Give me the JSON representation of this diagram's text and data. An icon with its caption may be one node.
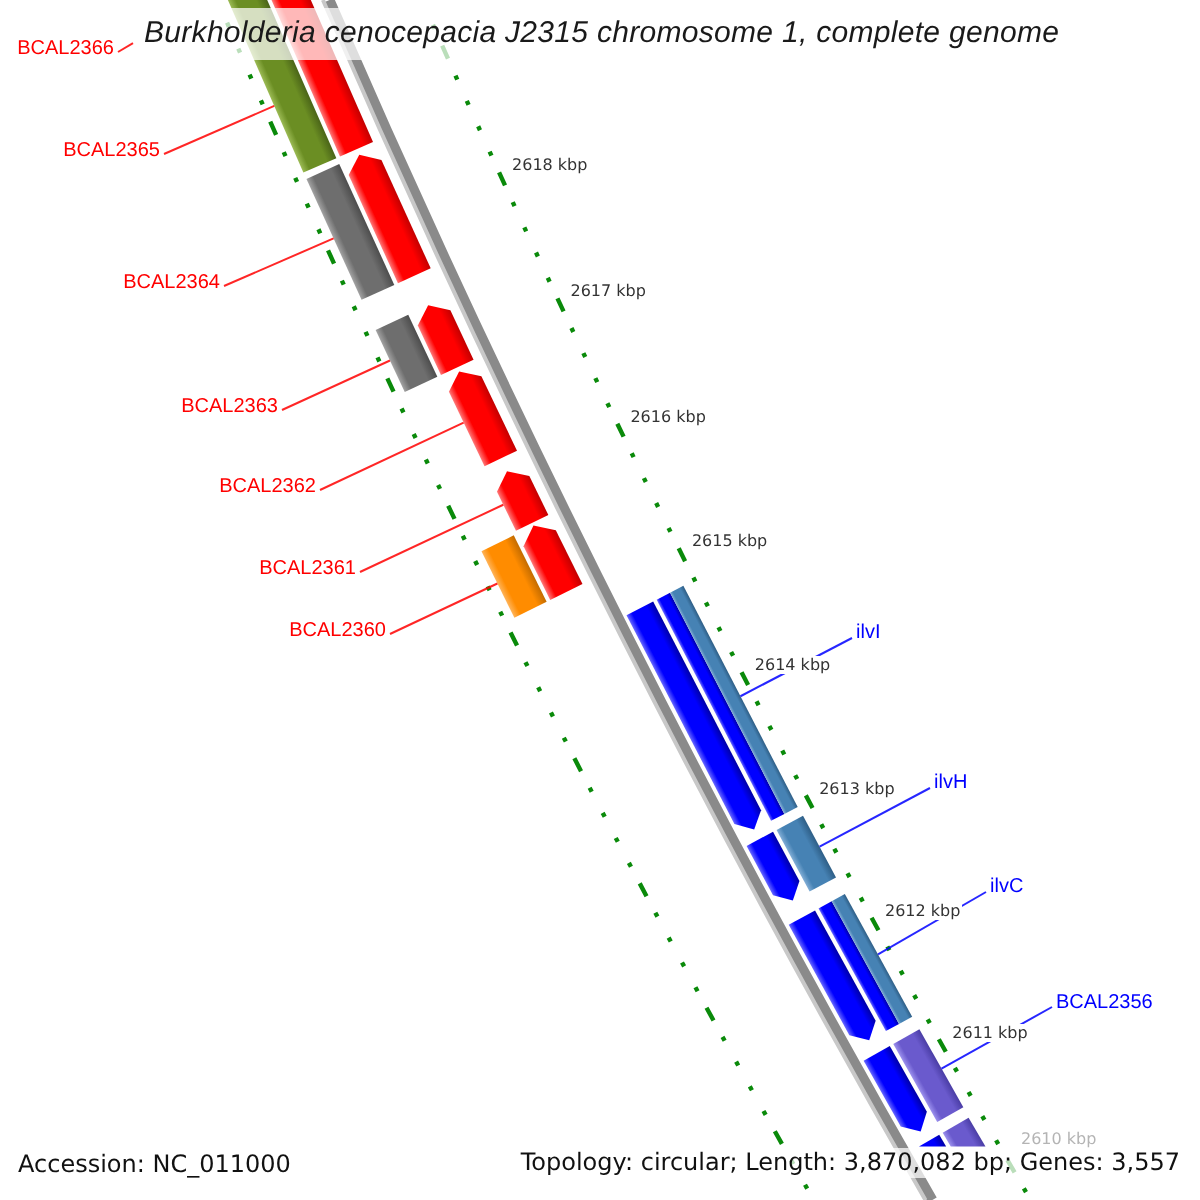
{
  "diagram": {
    "title": "Burkholderia cenocepacia J2315 chromosome 1, complete genome",
    "nodes": [
      {
        "text": [
          "BCAL2366"
        ]
      },
      {
        "text": [
          "BCAL2365"
        ]
      },
      {
        "text": [
          "BCAL2364"
        ]
      },
      {
        "text": [
          "BCAL2363"
        ]
      },
      {
        "text": [
          "BCAL2362"
        ]
      },
      {
        "text": [
          "BCAL2361"
        ]
      },
      {
        "text": [
          "BCAL2360"
        ]
      },
      {
        "text": [
          "ilvI"
        ]
      },
      {
        "text": [
          "ilvH"
        ]
      },
      {
        "text": [
          "ilvC"
        ]
      },
      {
        "text": [
          "BCAL2356"
        ]
      },
      {
        "text": [],
        "shape": "bar"
      },
      {
        "text": [],
        "shape": "arrow"
      },
      {
        "text": [],
        "shape": "arrow"
      },
      {
        "text": [],
        "shape": "arrow"
      },
      {
        "text": [],
        "shape": "arrow"
      },
      {
        "text": [],
        "shape": "arrow"
      },
      {
        "text": [],
        "shape": "arrow"
      },
      {
        "text": [],
        "shape": "arrow"
      },
      {
        "text": [],
        "shape": "arrow"
      },
      {
        "text": [],
        "shape": "arrow"
      },
      {
        "text": [],
        "shape": "bar"
      }
    ],
    "edges": [
      {
        "from": 0,
        "to": null,
        "arrow": "none"
      },
      {
        "from": 1,
        "to": 11,
        "arrow": "none"
      },
      {
        "from": 2,
        "to": 12,
        "arrow": "none"
      },
      {
        "from": 3,
        "to": 13,
        "arrow": "none"
      },
      {
        "from": 4,
        "to": 14,
        "arrow": "none"
      },
      {
        "from": 5,
        "to": 15,
        "arrow": "none"
      },
      {
        "from": 6,
        "to": 16,
        "arrow": "none"
      },
      {
        "from": 7,
        "to": 17,
        "arrow": "none",
        "color": "#0000ff"
      },
      {
        "from": 8,
        "to": 18,
        "arrow": "none",
        "color": "#0000ff"
      },
      {
        "from": 9,
        "to": 19,
        "arrow": "none",
        "color": "#0000ff"
      },
      {
        "from": 10,
        "to": 20,
        "arrow": "none",
        "color": "#0000ff"
      }
    ],
    "labels": [
      "2618 kbp",
      "2617 kbp",
      "2616 kbp",
      "2615 kbp",
      "2614 kbp",
      "2613 kbp",
      "2612 kbp",
      "2611 kbp",
      "2610 kbp",
      "Accession: NC_011000",
      "Topology: circular; Length: 3,870,082 bp; Genes: 3,557"
    ]
  }
}
